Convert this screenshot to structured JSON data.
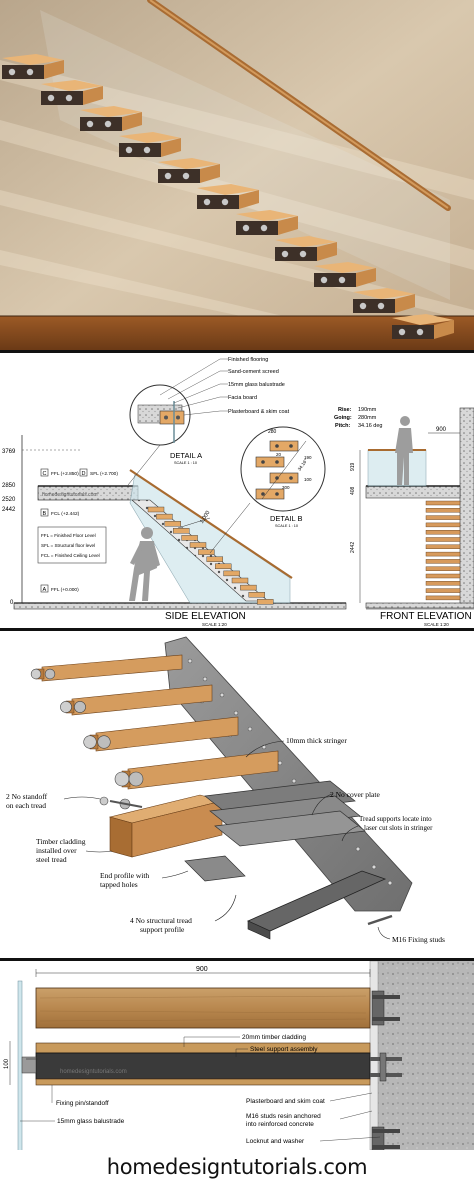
{
  "photo": {
    "alt": "floating cantilever staircase photo"
  },
  "elevation": {
    "callouts": [
      "Finished flooring",
      "Sand-cement screed",
      "15mm glass balustrade",
      "Facia board",
      "Plasterboard & skim coat"
    ],
    "detail_a": {
      "title": "DETAIL A",
      "scale": "SCALE 1 : 10"
    },
    "detail_b": {
      "title": "DETAIL B",
      "scale": "SCALE 1 : 10",
      "dim_280": "280",
      "dim_20": "20",
      "dim_300": "300",
      "dim_190": "190",
      "dim_angle": "34.16°",
      "dim_100": "100"
    },
    "levels_left": {
      "top": "3769",
      "l2850": "2850",
      "l2520": "2520",
      "l2442": "2442",
      "zero": "0"
    },
    "level_tags": {
      "c": "C",
      "c_text": "FFL (+2.850)",
      "d": "D",
      "d_text": "SFL (+2.700)",
      "b": "B",
      "b_text": "FCL (+2.442)",
      "a": "A",
      "a_text": "FFL (+0.000)"
    },
    "legend": [
      "FFL = Finished Floor Level",
      "SFL = Structural floor level",
      "FCL = Finished Ceiling Level"
    ],
    "stair_length": "1,000",
    "rise_table": {
      "rise_label": "Rise:",
      "rise": "190mm",
      "going_label": "Going:",
      "going": "280mm",
      "pitch_label": "Pitch:",
      "pitch": "34.16 deg"
    },
    "front": {
      "width": "900",
      "dim_919": "919",
      "dim_408": "408",
      "dim_2442": "2442"
    },
    "side_title": "SIDE ELEVATION",
    "side_scale": "SCALE 1:20",
    "front_title": "FRONT ELEVATION",
    "front_scale": "SCALE 1:20"
  },
  "exploded": {
    "labels": {
      "stringer": "10mm thick stringer",
      "standoff": [
        "2 No standoff",
        "on each tread"
      ],
      "cover": "2 No cover plate",
      "slots": [
        "Tread supports locate into",
        "laser cut slots in stringer"
      ],
      "cladding": [
        "Timber cladding",
        "installed over",
        "steel tread"
      ],
      "end_profile": [
        "End profile with",
        "tapped holes"
      ],
      "support": [
        "4 No structural tread",
        "support profile"
      ],
      "studs": "M16 Fixing studs"
    }
  },
  "plan": {
    "width": "900",
    "dim_100": "100",
    "labels": {
      "cladding": "20mm timber cladding",
      "steel": "Steel support assembly",
      "fixing": "Fixing pin/standoff",
      "glass": "15mm glass balustrade",
      "plaster": "Plasterboard and skim coat",
      "studs": [
        "M16 studs resin anchored",
        "into reinforced concrete"
      ],
      "locknut": "Locknut and washer"
    },
    "watermark": "homedesigntutorials.com"
  },
  "footer": "homedesigntutorials.com",
  "colors": {
    "wall": "#cdbba2",
    "wood": "#c88a4a",
    "wood_dark": "#8a5225",
    "steel": "#8e8e8e",
    "concrete": "#bdbdbd",
    "ink": "#222222"
  }
}
